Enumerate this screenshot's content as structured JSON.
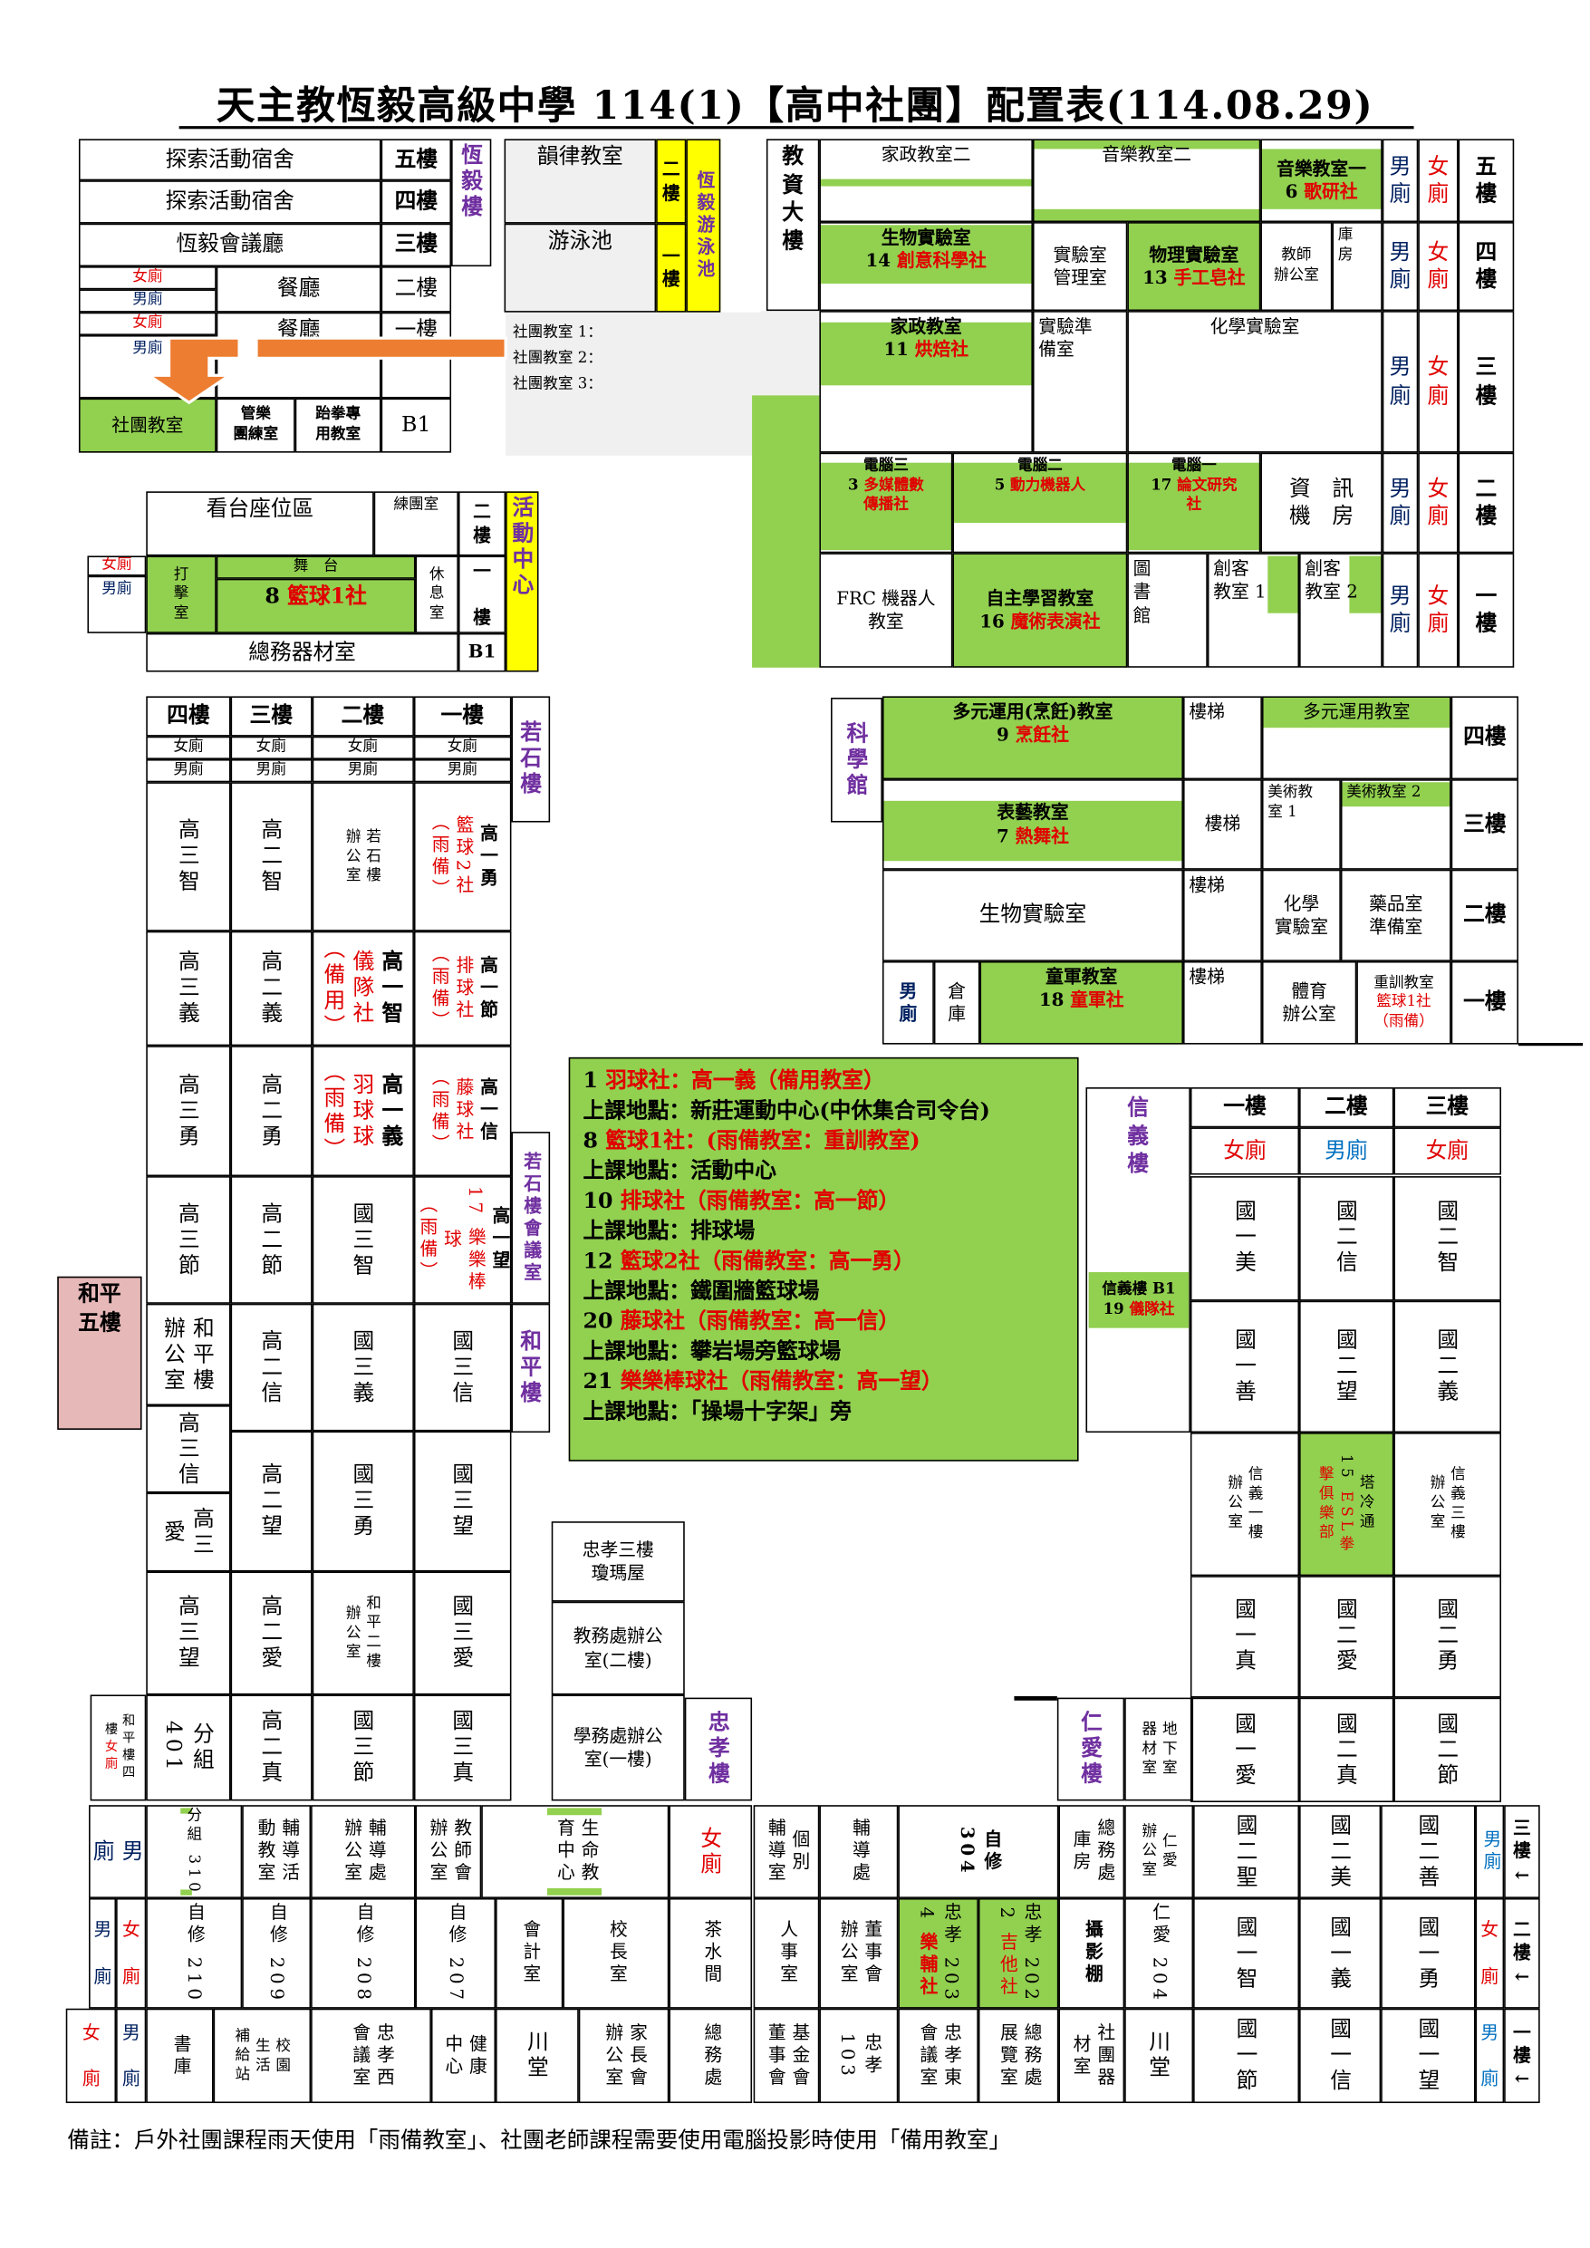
{
  "title": "天主教恆毅高級中學 114(1)【高中社團】配置表(114.08.29)",
  "note": "備註：戶外社團課程雨天使用「雨備教室」、社團老師課程需要使用電腦投影時使用「備用教室」",
  "colors": {
    "club_green": "#92d050",
    "yellow": "#ffff00",
    "pink": "#e6b8b7",
    "club_red": "#e00000",
    "building_purple": "#7030a0",
    "arrow_orange": "#ed7d31"
  },
  "notice": [
    [
      "1 ",
      {
        "r": "羽球社：高一義（備用教室）"
      }
    ],
    [
      "上課地點：新莊運動中心(中休集合司令台)"
    ],
    [
      "8 ",
      {
        "r": "籃球1社：(雨備教室：重訓教室)"
      }
    ],
    [
      "上課地點：活動中心"
    ],
    [
      "10 ",
      {
        "r": "排球社（雨備教室：高一節）"
      }
    ],
    [
      "上課地點：排球場"
    ],
    [
      "12 ",
      {
        "r": "籃球2社（雨備教室：高一勇）"
      }
    ],
    [
      "上課地點：鐵圍牆籃球場"
    ],
    [
      "20 ",
      {
        "r": "藤球社（雨備教室：高一信）"
      }
    ],
    [
      "上課地點：攀岩場旁籃球場"
    ],
    [
      "21 ",
      {
        "r": "樂樂棒球社（雨備教室：高一望）"
      }
    ],
    [
      "上課地點：「操場十字架」旁"
    ]
  ],
  "cells": {
    "a1": "探索活動宿舍",
    "a1f": "五樓",
    "a2": "探索活動宿舍",
    "a2f": "四樓",
    "a3": "恆毅會議廳",
    "a3f": "三樓",
    "a4w": "女廁",
    "a4m": "男廁",
    "a4": "餐廳",
    "a4f": "二樓",
    "a5w": "女廁",
    "a5m": "男廁",
    "a5": "餐廳",
    "a5f": "一樓",
    "a6": "社團教室",
    "a7": "管樂\n團練室",
    "a8": "跆拳專\n用教室",
    "a9": "B1",
    "aL": "恆毅樓",
    "a10": "韻律教室",
    "a11": "游泳池",
    "a12": "二\n樓",
    "a13": "一\n樓",
    "a14": "恆毅游泳池",
    "ag1": "社團教室 1：",
    "ag2": "社團教室 2：",
    "ag3": "社團教室 3：",
    "b1": "看台座位區",
    "b2": "練團室",
    "b3": "二\n樓",
    "bL": "活動中心",
    "b4w": "女廁",
    "b4m": "男廁",
    "b5": "打\n擊\n室",
    "b6": "舞　台",
    "b7": [
      "8 ",
      {
        "r": "籃球1社"
      }
    ],
    "b8": "休\n息\n室",
    "b9": "一\n\n樓",
    "b10": "總務器材室",
    "b11": "B1",
    "cL": "教\n資\n大\n樓",
    "c5a": "家政教室二",
    "c5b": "音樂教室二",
    "c5c": [
      "音樂教室一\n6 ",
      {
        "r": "歌研社"
      }
    ],
    "c5m": "男\n廁",
    "c5w": "女\n廁",
    "c5f": "五\n樓",
    "c4a": [
      "生物實驗室\n14 ",
      {
        "r": "創意科學社"
      }
    ],
    "c4b": "實驗室\n管理室",
    "c4c": [
      "物理實驗室\n13 ",
      {
        "r": "手工皂社"
      }
    ],
    "c4d": "教師\n辦公室",
    "c4e": "庫\n房",
    "c4m": "男\n廁",
    "c4w": "女\n廁",
    "c4f": "四\n樓",
    "c3a": [
      "家政教室\n11 ",
      {
        "r": "烘焙社"
      }
    ],
    "c3b": "實驗準\n備室",
    "c3c": "化學實驗室",
    "c3m": "男\n廁",
    "c3w": "女\n廁",
    "c3f": "三\n樓",
    "c2a": [
      "電腦三\n3 ",
      {
        "r": "多媒體數\n傳播社"
      }
    ],
    "c2b": [
      "電腦二\n5 ",
      {
        "r": "動力機器人"
      }
    ],
    "c2c": [
      "電腦一\n17 ",
      {
        "r": "論文研究\n社"
      }
    ],
    "c2d": "資　訊\n機　房",
    "c2m": "男\n廁",
    "c2w": "女\n廁",
    "c2f": "二\n樓",
    "c1a": "FRC 機器人\n教室",
    "c1b": [
      "自主學習教室\n16 ",
      {
        "r": "魔術表演社"
      }
    ],
    "c1c": "圖\n書\n館",
    "c1d": "創客\n教室 1",
    "c1e": "創客\n教室 2",
    "c1m": "男\n廁",
    "c1w": "女\n廁",
    "c1f": "一\n樓",
    "dh1": "四樓",
    "dh2": "三樓",
    "dh3": "二樓",
    "dh4": "一樓",
    "dw1": "女廁",
    "dw2": "女廁",
    "dw3": "女廁",
    "dw4": "女廁",
    "dm1": "男廁",
    "dm2": "男廁",
    "dm3": "男廁",
    "dm4": "男廁",
    "d4_1": "高三智",
    "d4_2": "高三義",
    "d4_3": "高三勇",
    "d4_4": "高三節",
    "d4_5": "和平樓\n辦公室",
    "d4_6": "高三信",
    "d4_7": "高三愛",
    "d4_8": "高三望",
    "d4_9": "分組 401",
    "d3_1": "高二智",
    "d3_2": "高二義",
    "d3_3": "高二勇",
    "d3_4": "高二節",
    "d3_5": "高二信",
    "d3_6": "高二望",
    "d3_7": "高二愛",
    "d3_8": "高二真",
    "d2_1": "若石樓\n辦公室",
    "d2_2": [
      "高一智\n",
      {
        "r": "儀隊社\n（備用）"
      }
    ],
    "d2_3": [
      "高一義\n",
      {
        "r": "羽球球\n（雨備）"
      }
    ],
    "d2_4": "國三智",
    "d2_5": "國三義",
    "d2_6": "國三勇",
    "d2_7": "和平二樓\n辦公室",
    "d2_8": "國三節",
    "d1_1": [
      "高一勇\n",
      {
        "r": "籃球2社\n（雨備）"
      }
    ],
    "d1_2": [
      "高一節\n",
      {
        "r": "排球社\n（雨備）"
      }
    ],
    "d1_3": [
      "高一信\n",
      {
        "r": "藤球社\n（雨備）"
      }
    ],
    "d1_4": [
      "高一望\n",
      {
        "r": "17 樂樂棒\n球\n（雨備）"
      }
    ],
    "d1_5": "國三信",
    "d1_6": "國三望",
    "d1_7": "國三愛",
    "d1_8": "國三真",
    "dL1": "若石樓",
    "dL2": "若石樓會議室",
    "dL3": "和平樓",
    "dP": "和平\n五樓",
    "dQ": [
      "和平樓四\n樓",
      {
        "r": "女廁"
      }
    ],
    "z1": "忠孝三樓\n瓊瑪屋",
    "z2": "教務處辦公\n室(二樓)",
    "z3": "學務處辦公\n室(一樓)",
    "zL": "忠孝樓",
    "eL": "科學館",
    "e4a": [
      "多元運用(烹飪)教室\n9 ",
      {
        "r": "烹飪社"
      }
    ],
    "e4b": "樓梯",
    "e4c": "多元運用教室",
    "e4f": "四樓",
    "e3a": [
      "表藝教室\n7 ",
      {
        "r": "熱舞社"
      }
    ],
    "e3b": "樓梯",
    "e3c": "美術教\n室 1",
    "e3d": "美術教室 2",
    "e3f": "三樓",
    "e2a": "生物實驗室",
    "e2b": "樓梯",
    "e2c": "化學\n實驗室",
    "e2d": "藥品室\n準備室",
    "e2f": "二樓",
    "e1a": "男\n廁",
    "e1b": "倉\n庫",
    "e1c": [
      "童軍教室\n18 ",
      {
        "r": "童軍社"
      }
    ],
    "e1d": "樓梯",
    "e1e": "體育\n辦公室",
    "e1f": [
      "重訓教室\n",
      {
        "r": "籃球1社\n（雨備）"
      }
    ],
    "e1g": "一樓",
    "fh1": "一樓",
    "fh2": "二樓",
    "fh3": "三樓",
    "ft1": "女廁",
    "ft2": "男廁",
    "ft3": "女廁",
    "f1_1": "國一美",
    "f2_1": "國二信",
    "f3_1": "國二智",
    "f1_2": "國一善",
    "f2_2": "國二望",
    "f3_2": "國二義",
    "f1_3": "信義一樓\n辦公室",
    "f2_3": [
      "塔冷通\n15 ",
      {
        "r": "ESL拳\n擊俱樂部"
      }
    ],
    "f3_3": "信義三樓\n辦公室",
    "f1_4": "國一真",
    "f2_4": "國二愛",
    "f3_4": "國二勇",
    "f1_5": "國一愛",
    "f2_5": "國二真",
    "f3_5": "國二節",
    "fL": "信\n義\n樓",
    "fB1": [
      "信義樓 B1\n19 ",
      {
        "r": "儀隊社"
      }
    ],
    "rL": "仁愛樓",
    "rB": "地下室\n器材室",
    "g3_1": "男\n廁",
    "g3_2": "分組 310",
    "g3_3": "輔導活\n動教室",
    "g3_4": "輔導處\n辦公室",
    "g3_5": "教師會\n辦公室",
    "g3_6": "生命教\n育中心",
    "g3_7": "女廁",
    "g3_8": "個別\n輔導室",
    "g3_9": "輔導處",
    "g3_10": "自修\n304",
    "g3_11": "總務處\n庫房",
    "g3_12": "仁愛\n辦公室",
    "g3_13": "國二聖",
    "g3_14": "國二美",
    "g3_15": "國二善",
    "g3_16": "男廁",
    "g3_17": "三\n樓\n←",
    "g2_1": "男\n\n廁",
    "g2_2": "女\n\n廁",
    "g2_3": "自修 210",
    "g2_4": "自修 209",
    "g2_5": "自修 208",
    "g2_6": "自修 207",
    "g2_7": "會計室",
    "g2_8": "校長室",
    "g2_9": "茶水間",
    "g2_10": "人事室",
    "g2_11": "董事會\n辦公室",
    "g2_12": [
      "忠孝 203\n4 ",
      {
        "r": "樂輔社"
      }
    ],
    "g2_13": [
      "忠孝 202\n2 ",
      {
        "r": "吉他社"
      }
    ],
    "g2_14": "攝影棚",
    "g2_15": "仁愛 204",
    "g2_16": "國一智",
    "g2_17": "國一義",
    "g2_18": "國一勇",
    "g2_19": "女\n\n廁",
    "g2_20": "二\n樓\n←",
    "g1_1": "女\n\n廁",
    "g1_2": "男\n\n廁",
    "g1_3": "書庫",
    "g1_4": "校園\n生活\n補給站",
    "g1_5": "忠孝西\n會議室",
    "g1_6": "健康\n中心",
    "g1_7": "川堂",
    "g1_8": "家長會\n辦公室",
    "g1_9": "總務處",
    "g1_10": "基金會\n董事會",
    "g1_11": "忠孝\n103",
    "g1_12": "忠孝東\n會議室",
    "g1_13": "總務處\n展覽室",
    "g1_14": "社團器\n材室",
    "g1_15": "川堂",
    "g1_16": "國一節",
    "g1_17": "國一信",
    "g1_18": "國一望",
    "g1_19": "男\n\n廁",
    "g1_20": "一\n樓\n←"
  }
}
